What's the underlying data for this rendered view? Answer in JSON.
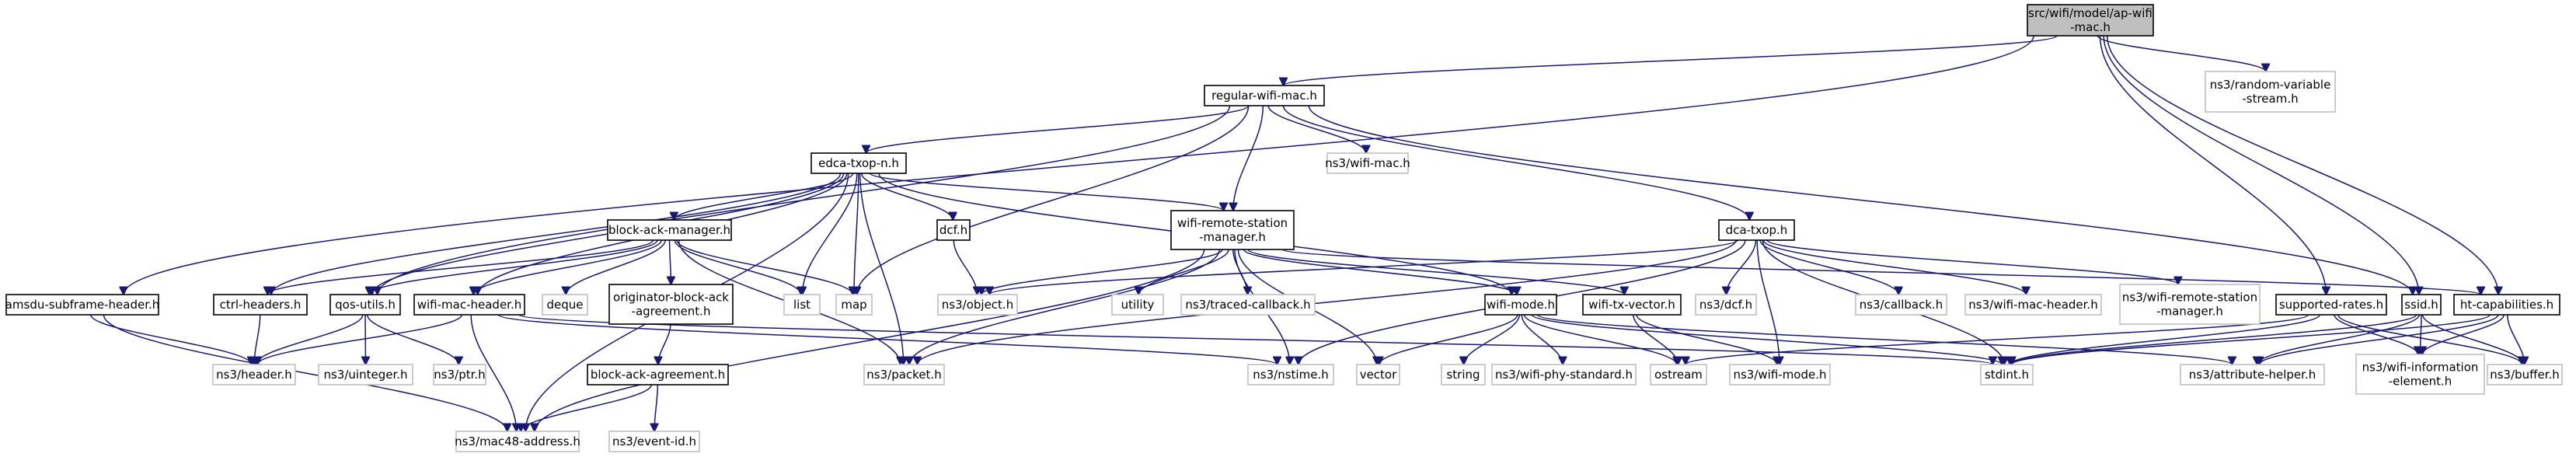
{
  "graph": {
    "nodes": [
      {
        "id": "ap",
        "lines": [
          "src/wifi/model/ap-wifi",
          "-mac.h"
        ],
        "style": "root"
      },
      {
        "id": "regular",
        "lines": [
          "regular-wifi-mac.h"
        ],
        "style": "solid"
      },
      {
        "id": "random",
        "lines": [
          "ns3/random-variable",
          "-stream.h"
        ],
        "style": "ext"
      },
      {
        "id": "edca",
        "lines": [
          "edca-txop-n.h"
        ],
        "style": "solid"
      },
      {
        "id": "nswifimac",
        "lines": [
          "ns3/wifi-mac.h"
        ],
        "style": "ext"
      },
      {
        "id": "bam",
        "lines": [
          "block-ack-manager.h"
        ],
        "style": "solid"
      },
      {
        "id": "dcf",
        "lines": [
          "dcf.h"
        ],
        "style": "solid"
      },
      {
        "id": "wrsm",
        "lines": [
          "wifi-remote-station",
          "-manager.h"
        ],
        "style": "solid"
      },
      {
        "id": "dcatxop",
        "lines": [
          "dca-txop.h"
        ],
        "style": "solid"
      },
      {
        "id": "amsdu",
        "lines": [
          "amsdu-subframe-header.h"
        ],
        "style": "solid"
      },
      {
        "id": "ctrl",
        "lines": [
          "ctrl-headers.h"
        ],
        "style": "solid"
      },
      {
        "id": "qos",
        "lines": [
          "qos-utils.h"
        ],
        "style": "solid"
      },
      {
        "id": "wmh",
        "lines": [
          "wifi-mac-header.h"
        ],
        "style": "solid"
      },
      {
        "id": "deque",
        "lines": [
          "deque"
        ],
        "style": "ext"
      },
      {
        "id": "oba",
        "lines": [
          "originator-block-ack",
          "-agreement.h"
        ],
        "style": "solid"
      },
      {
        "id": "list",
        "lines": [
          "list"
        ],
        "style": "ext"
      },
      {
        "id": "map",
        "lines": [
          "map"
        ],
        "style": "ext"
      },
      {
        "id": "object",
        "lines": [
          "ns3/object.h"
        ],
        "style": "ext"
      },
      {
        "id": "utility",
        "lines": [
          "utility"
        ],
        "style": "ext"
      },
      {
        "id": "traced",
        "lines": [
          "ns3/traced-callback.h"
        ],
        "style": "ext"
      },
      {
        "id": "wifimode",
        "lines": [
          "wifi-mode.h"
        ],
        "style": "solid"
      },
      {
        "id": "txvector",
        "lines": [
          "wifi-tx-vector.h"
        ],
        "style": "solid"
      },
      {
        "id": "nsdcf",
        "lines": [
          "ns3/dcf.h"
        ],
        "style": "ext"
      },
      {
        "id": "callback",
        "lines": [
          "ns3/callback.h"
        ],
        "style": "ext"
      },
      {
        "id": "nswmh",
        "lines": [
          "ns3/wifi-mac-header.h"
        ],
        "style": "ext"
      },
      {
        "id": "nswrsm",
        "lines": [
          "ns3/wifi-remote-station",
          "-manager.h"
        ],
        "style": "ext"
      },
      {
        "id": "rates",
        "lines": [
          "supported-rates.h"
        ],
        "style": "solid"
      },
      {
        "id": "ssid",
        "lines": [
          "ssid.h"
        ],
        "style": "solid"
      },
      {
        "id": "htcap",
        "lines": [
          "ht-capabilities.h"
        ],
        "style": "solid"
      },
      {
        "id": "header",
        "lines": [
          "ns3/header.h"
        ],
        "style": "ext"
      },
      {
        "id": "uinteger",
        "lines": [
          "ns3/uinteger.h"
        ],
        "style": "ext"
      },
      {
        "id": "ptr",
        "lines": [
          "ns3/ptr.h"
        ],
        "style": "ext"
      },
      {
        "id": "bag",
        "lines": [
          "block-ack-agreement.h"
        ],
        "style": "solid"
      },
      {
        "id": "packet",
        "lines": [
          "ns3/packet.h"
        ],
        "style": "ext"
      },
      {
        "id": "nstime",
        "lines": [
          "ns3/nstime.h"
        ],
        "style": "ext"
      },
      {
        "id": "vector",
        "lines": [
          "vector"
        ],
        "style": "ext"
      },
      {
        "id": "string",
        "lines": [
          "string"
        ],
        "style": "ext"
      },
      {
        "id": "phystd",
        "lines": [
          "ns3/wifi-phy-standard.h"
        ],
        "style": "ext"
      },
      {
        "id": "ostream",
        "lines": [
          "ostream"
        ],
        "style": "ext"
      },
      {
        "id": "nswifimode",
        "lines": [
          "ns3/wifi-mode.h"
        ],
        "style": "ext"
      },
      {
        "id": "stdint",
        "lines": [
          "stdint.h"
        ],
        "style": "ext"
      },
      {
        "id": "attr",
        "lines": [
          "ns3/attribute-helper.h"
        ],
        "style": "ext"
      },
      {
        "id": "wie",
        "lines": [
          "ns3/wifi-information",
          "-element.h"
        ],
        "style": "ext"
      },
      {
        "id": "buffer",
        "lines": [
          "ns3/buffer.h"
        ],
        "style": "ext"
      },
      {
        "id": "eventid",
        "lines": [
          "ns3/event-id.h"
        ],
        "style": "ext"
      },
      {
        "id": "mac48",
        "lines": [
          "ns3/mac48-address.h"
        ],
        "style": "ext"
      }
    ],
    "edges": [
      [
        "ap",
        "regular"
      ],
      [
        "ap",
        "random"
      ],
      [
        "ap",
        "amsdu"
      ],
      [
        "ap",
        "rates"
      ],
      [
        "ap",
        "ssid"
      ],
      [
        "ap",
        "htcap"
      ],
      [
        "regular",
        "edca"
      ],
      [
        "regular",
        "nswifimac"
      ],
      [
        "regular",
        "wrsm"
      ],
      [
        "regular",
        "dcatxop"
      ],
      [
        "regular",
        "qos"
      ],
      [
        "regular",
        "map"
      ],
      [
        "regular",
        "ssid"
      ],
      [
        "edca",
        "bam"
      ],
      [
        "edca",
        "dcf"
      ],
      [
        "edca",
        "wrsm"
      ],
      [
        "edca",
        "ctrl"
      ],
      [
        "edca",
        "qos"
      ],
      [
        "edca",
        "wmh"
      ],
      [
        "edca",
        "list"
      ],
      [
        "edca",
        "map"
      ],
      [
        "edca",
        "packet"
      ],
      [
        "edca",
        "mac48"
      ],
      [
        "edca",
        "wifimode"
      ],
      [
        "bam",
        "ctrl"
      ],
      [
        "bam",
        "qos"
      ],
      [
        "bam",
        "wmh"
      ],
      [
        "bam",
        "deque"
      ],
      [
        "bam",
        "oba"
      ],
      [
        "bam",
        "list"
      ],
      [
        "bam",
        "map"
      ],
      [
        "bam",
        "packet"
      ],
      [
        "dcf",
        "object"
      ],
      [
        "wrsm",
        "object"
      ],
      [
        "wrsm",
        "utility"
      ],
      [
        "wrsm",
        "traced"
      ],
      [
        "wrsm",
        "wifimode"
      ],
      [
        "wrsm",
        "txvector"
      ],
      [
        "wrsm",
        "packet"
      ],
      [
        "wrsm",
        "nstime"
      ],
      [
        "wrsm",
        "vector"
      ],
      [
        "wrsm",
        "mac48"
      ],
      [
        "wrsm",
        "htcap"
      ],
      [
        "dcatxop",
        "object"
      ],
      [
        "dcatxop",
        "nsdcf"
      ],
      [
        "dcatxop",
        "callback"
      ],
      [
        "dcatxop",
        "nswmh"
      ],
      [
        "dcatxop",
        "nswrsm"
      ],
      [
        "dcatxop",
        "packet"
      ],
      [
        "dcatxop",
        "nstime"
      ],
      [
        "dcatxop",
        "nswifimode"
      ],
      [
        "dcatxop",
        "stdint"
      ],
      [
        "amsdu",
        "header"
      ],
      [
        "amsdu",
        "mac48"
      ],
      [
        "ctrl",
        "header"
      ],
      [
        "qos",
        "header"
      ],
      [
        "qos",
        "uinteger"
      ],
      [
        "qos",
        "ptr"
      ],
      [
        "wmh",
        "header"
      ],
      [
        "wmh",
        "mac48"
      ],
      [
        "wmh",
        "nstime"
      ],
      [
        "wmh",
        "stdint"
      ],
      [
        "oba",
        "bag"
      ],
      [
        "bag",
        "mac48"
      ],
      [
        "bag",
        "eventid"
      ],
      [
        "wifimode",
        "vector"
      ],
      [
        "wifimode",
        "string"
      ],
      [
        "wifimode",
        "phystd"
      ],
      [
        "wifimode",
        "ostream"
      ],
      [
        "wifimode",
        "stdint"
      ],
      [
        "wifimode",
        "attr"
      ],
      [
        "txvector",
        "ostream"
      ],
      [
        "txvector",
        "nswifimode"
      ],
      [
        "rates",
        "ostream"
      ],
      [
        "rates",
        "stdint"
      ],
      [
        "rates",
        "wie"
      ],
      [
        "rates",
        "buffer"
      ],
      [
        "ssid",
        "stdint"
      ],
      [
        "ssid",
        "attr"
      ],
      [
        "ssid",
        "wie"
      ],
      [
        "ssid",
        "buffer"
      ],
      [
        "htcap",
        "stdint"
      ],
      [
        "htcap",
        "attr"
      ],
      [
        "htcap",
        "wie"
      ],
      [
        "htcap",
        "buffer"
      ]
    ]
  }
}
